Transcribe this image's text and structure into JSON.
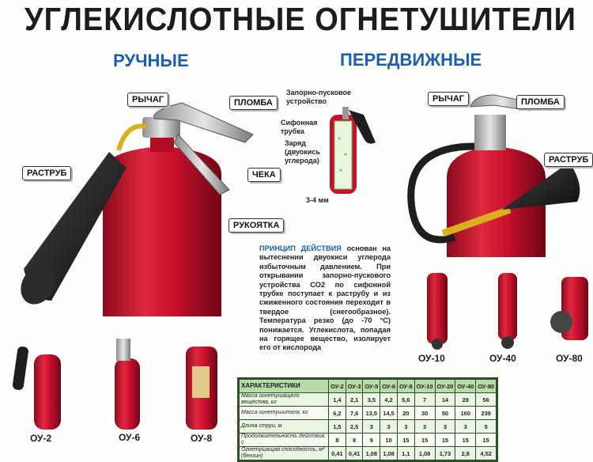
{
  "title": "УГЛЕКИСЛОТНЫЕ ОГНЕТУШИТЕЛИ",
  "sections": {
    "manual": "РУЧНЫЕ",
    "mobile": "ПЕРЕДВИЖНЫЕ"
  },
  "manual_callouts": {
    "lever": "РЫЧАГ",
    "seal": "ПЛОМБА",
    "horn": "РАСТРУБ",
    "pin": "ЧЕКА",
    "handle": "РУКОЯТКА"
  },
  "mobile_callouts": {
    "lever": "РЫЧАГ",
    "seal": "ПЛОМБА",
    "horn": "РАСТРУБ"
  },
  "cutaway": {
    "valve": "Запорно-пусковое устройство",
    "siphon": "Сифонная трубка",
    "charge": "Заряд (двуокись углерода)",
    "gap": "3-4 мм"
  },
  "principle": {
    "heading": "ПРИНЦИП ДЕЙСТВИЯ",
    "text": "основан на вытеснении двуокиси углерода избыточным давлением. При открывании запорно-пускового устройства CO2 по сифонной трубке поступает к раструбу и из сжиженного состояния переходит в твердое (снегообразное). Температура резко (до -70 °С) понижается. Углекислота, попадая на горящее вещество, изолирует его от кислорода"
  },
  "small_models": [
    "ОУ-2",
    "ОУ-6",
    "ОУ-8"
  ],
  "mobile_models": [
    "ОУ-10",
    "ОУ-40",
    "ОУ-80"
  ],
  "table": {
    "header": "ХАРАКТЕРИСТИКИ",
    "models": [
      "ОУ-2",
      "ОУ-3",
      "ОУ-5",
      "ОУ-6",
      "ОУ-8",
      "ОУ-10",
      "ОУ-20",
      "ОУ-40",
      "ОУ-80"
    ],
    "rows": [
      {
        "label": "Масса огнетушащего вещества, кг",
        "values": [
          "1,4",
          "2,1",
          "3,5",
          "4,2",
          "5,6",
          "7",
          "14",
          "28",
          "56"
        ]
      },
      {
        "label": "Масса огнетушителя, кг",
        "values": [
          "6,2",
          "7,6",
          "13,5",
          "14,5",
          "20",
          "30",
          "50",
          "160",
          "239"
        ]
      },
      {
        "label": "Длина струи, м",
        "values": [
          "1,5",
          "2,5",
          "3",
          "3",
          "3",
          "3",
          "3",
          "3",
          "5"
        ]
      },
      {
        "label": "Продолжительность действия, с",
        "values": [
          "8",
          "9",
          "9",
          "10",
          "15",
          "15",
          "15",
          "15",
          "15"
        ]
      },
      {
        "label": "Огнетушащая способность, м² (бензин)",
        "values": [
          "0,41",
          "0,41",
          "1,08",
          "1,08",
          "1,1",
          "1,08",
          "1,73",
          "2,8",
          "4,52"
        ]
      }
    ]
  },
  "colors": {
    "title": "#1c1c1c",
    "section": "#1a5fb0",
    "cylinder": "#c8102e",
    "horn": "#1e1e1e",
    "table_bg": "#eaf5e4"
  }
}
